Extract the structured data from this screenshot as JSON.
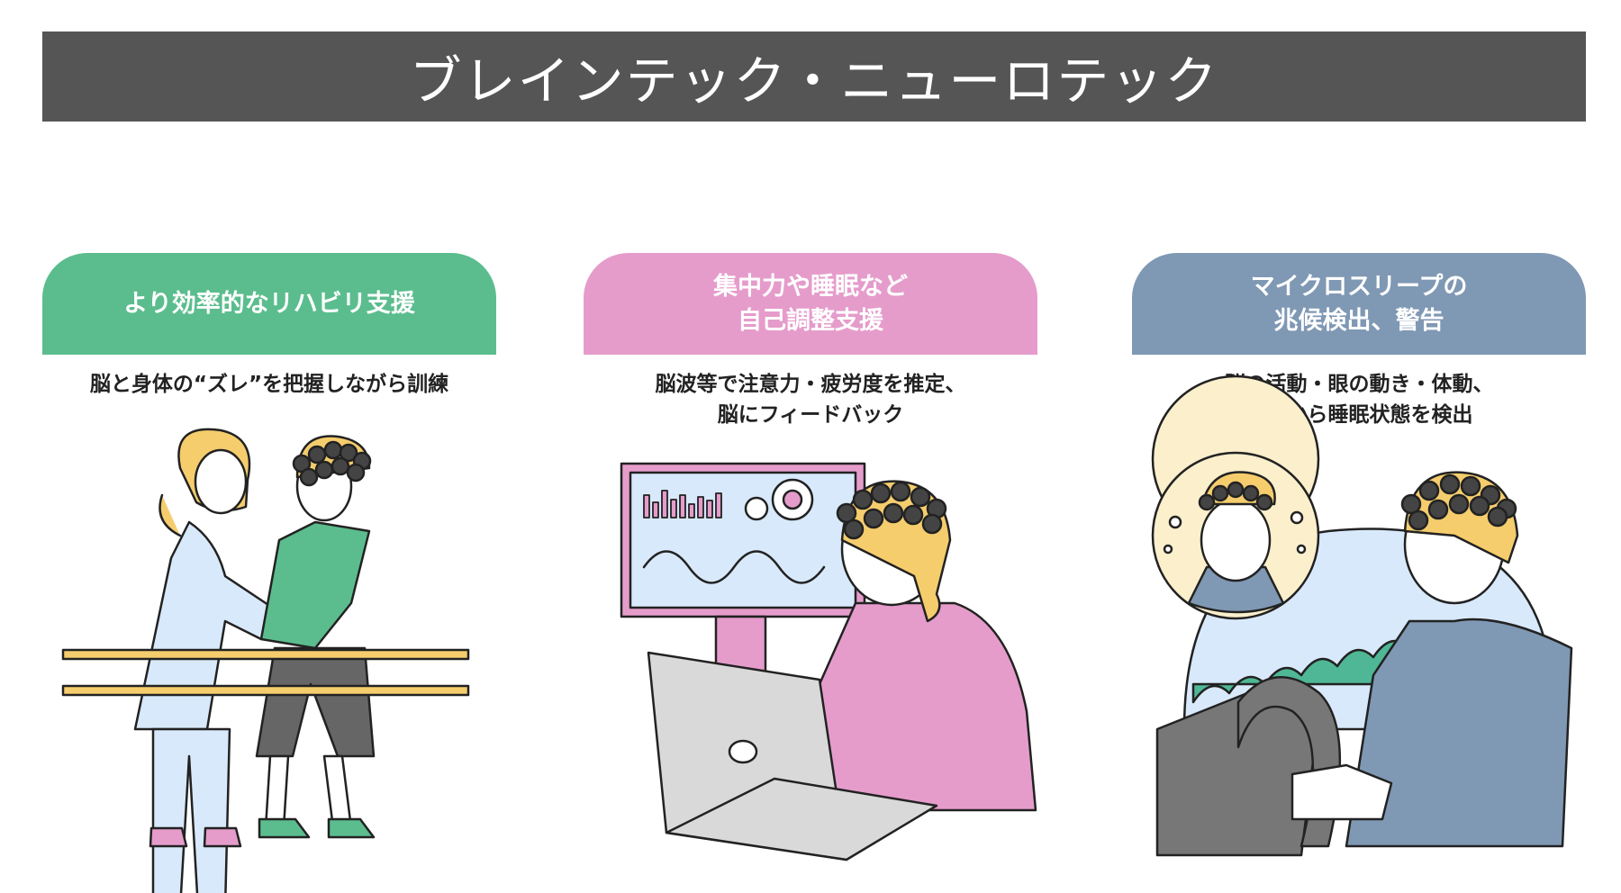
{
  "title": "ブレインテック・ニューロテック",
  "colors": {
    "title_bg": "#555555",
    "green": "#5bbd8e",
    "pink": "#e59ccb",
    "blue": "#7f98b4"
  },
  "cards": [
    {
      "header_lines": [
        "より効率的なリハビリ支援"
      ],
      "desc_lines": [
        "脳と身体の“ズレ”を把握しながら訓練"
      ],
      "illustration": "rehabilitation-walking-bars"
    },
    {
      "header_lines": [
        "集中力や睡眠など",
        "自己調整支援"
      ],
      "desc_lines": [
        "脳波等で注意力・疲労度を推定、",
        "脳にフィードバック"
      ],
      "illustration": "neurofeedback-laptop-monitor"
    },
    {
      "header_lines": [
        "マイクロスリープの",
        "兆候検出、警告"
      ],
      "desc_lines": [
        "脳の活動・眼の動き・体動、",
        "行動から睡眠状態を検出"
      ],
      "illustration": "driver-drowsiness-detection"
    }
  ]
}
